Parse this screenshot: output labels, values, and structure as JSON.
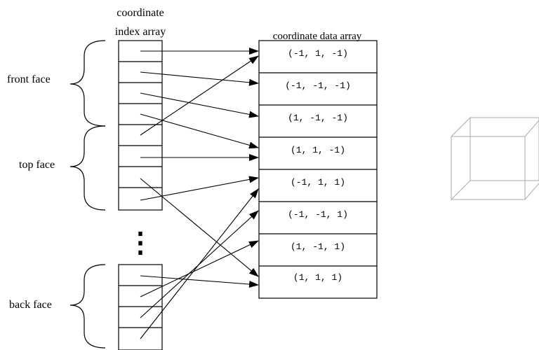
{
  "index_array": {
    "title_line1": "coordinate",
    "title_line2": "index array"
  },
  "data_array": {
    "title": "coordinate data array",
    "coordinates": [
      "(-1, 1, -1)",
      "(-1, -1, -1)",
      "(1, -1, -1)",
      "(1, 1, -1)",
      "(-1, 1, 1)",
      "(-1, -1, 1)",
      "(1, -1, 1)",
      "(1, 1, 1)"
    ]
  },
  "face_labels": {
    "front": "front face",
    "top": "top face",
    "back": "back face"
  },
  "ellipsis": "⋮",
  "arrows": [
    {
      "from_index": 0,
      "to_coordinate": 0
    },
    {
      "from_index": 1,
      "to_coordinate": 1
    },
    {
      "from_index": 2,
      "to_coordinate": 2
    },
    {
      "from_index": 3,
      "to_coordinate": 3
    },
    {
      "from_index": 4,
      "to_coordinate": 0
    },
    {
      "from_index": 5,
      "to_coordinate": 3
    },
    {
      "from_index": 6,
      "to_coordinate": 7
    },
    {
      "from_index": 7,
      "to_coordinate": 4
    },
    {
      "from_index": "back-0",
      "to_coordinate": 7
    },
    {
      "from_index": "back-1",
      "to_coordinate": 6
    },
    {
      "from_index": "back-2",
      "to_coordinate": 5
    },
    {
      "from_index": "back-3",
      "to_coordinate": 4
    }
  ],
  "colors": {
    "line": "#000000",
    "cube": "#aaaaaa"
  }
}
